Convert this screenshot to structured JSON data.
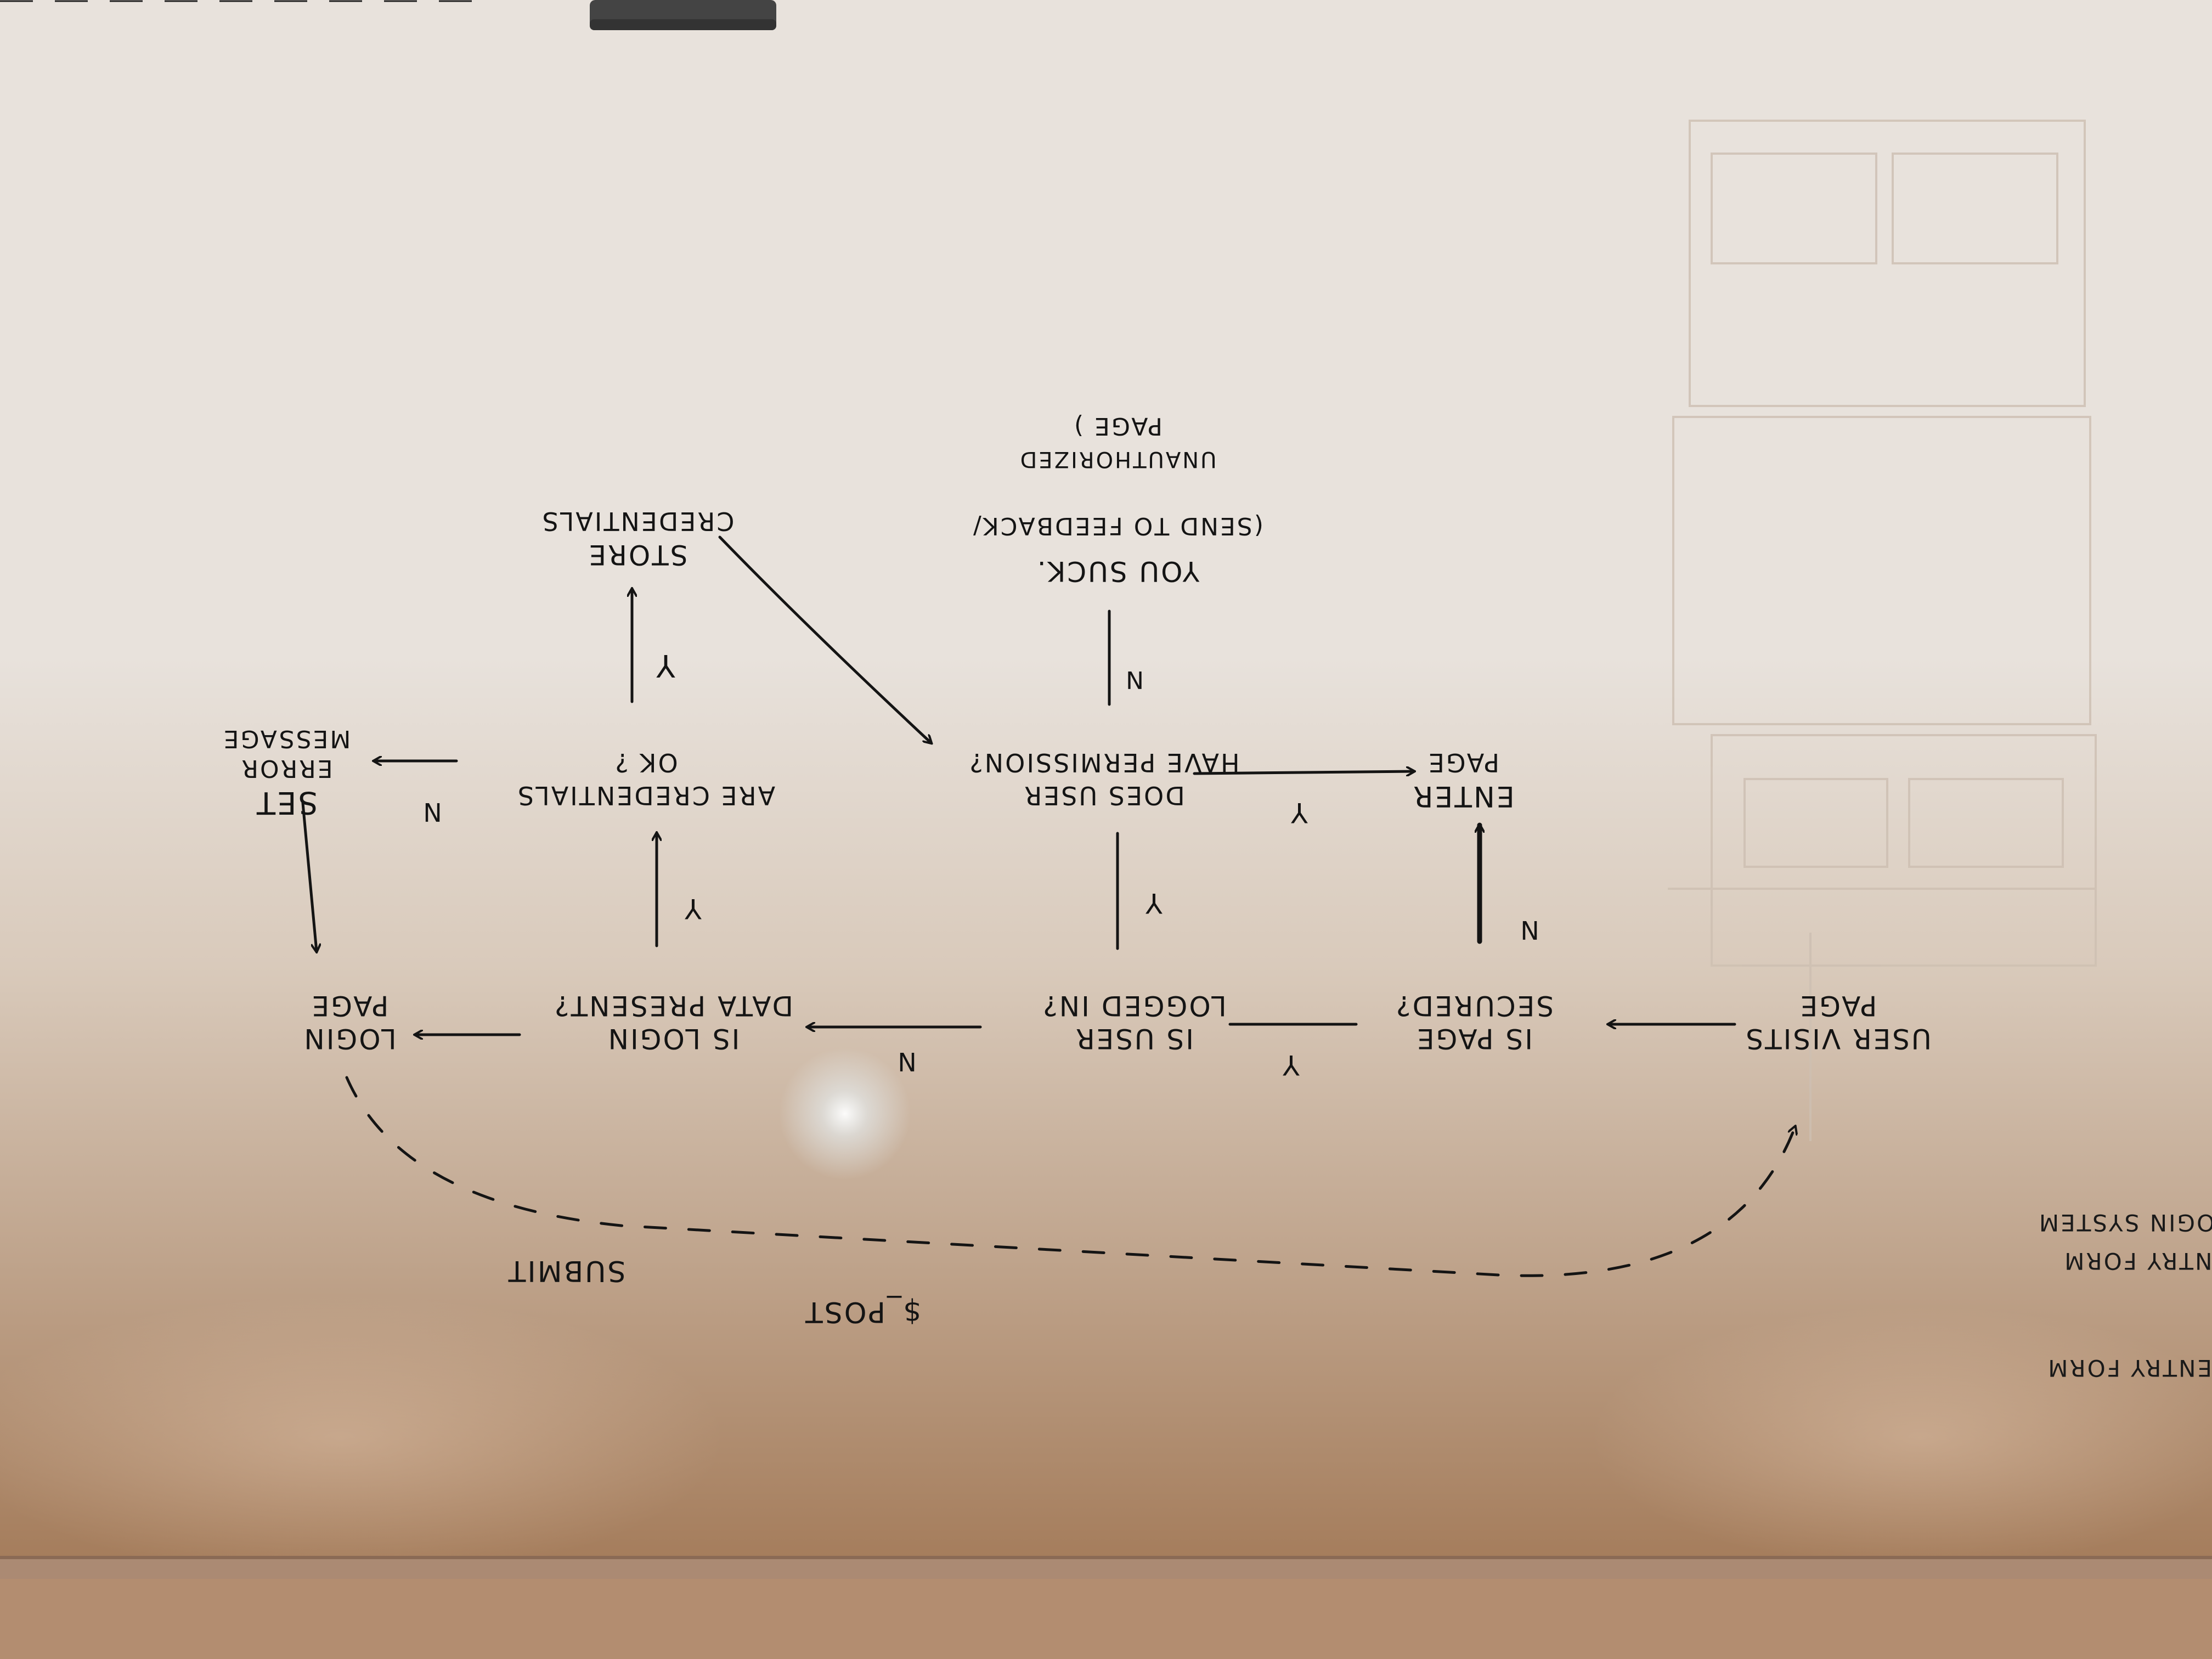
{
  "image": {
    "subject": "whiteboard-photo",
    "orientation": "upside-down",
    "colors": {
      "board_top": "#e8e2dc",
      "board_mid": "#d9cabb",
      "board_bottom": "#a57d5c",
      "tray": "#ab8a73",
      "floor": "#b38d70",
      "ink": "#141414",
      "eraser": "#444444"
    }
  },
  "flowchart": {
    "nodes": {
      "user_visits_page": [
        "USER VISITS",
        "PAGE"
      ],
      "is_page_secured": [
        "IS PAGE",
        "SECURED?"
      ],
      "is_user_logged_in": [
        "IS USER",
        "LOGGED IN?"
      ],
      "is_login_data_present": [
        "IS LOGIN",
        "DATA PRESENT?"
      ],
      "login_page": [
        "LOGIN",
        "PAGE"
      ],
      "are_credentials_ok": [
        "ARE CREDENTIALS",
        "OK ?"
      ],
      "set_error_message": [
        "SET",
        "ERROR",
        "MESSAGE"
      ],
      "store_credentials": [
        "STORE",
        "CREDENTIALS"
      ],
      "does_user_have_permission": [
        "DOES USER",
        "HAVE PERMISSION?"
      ],
      "enter_page": [
        "ENTER",
        "PAGE"
      ],
      "you_suck": [
        "YOU SUCK.",
        "(SEND TO FEEDBACK/",
        "UNAUTHORIZED",
        "PAGE )"
      ]
    },
    "edge_labels": {
      "secured_to_logged_in": "Y",
      "secured_to_enter": "N",
      "logged_in_to_login_data": "N",
      "logged_in_to_permission": "Y",
      "login_data_to_login_page": "",
      "login_data_to_credentials": "Y",
      "credentials_to_error": "N",
      "credentials_to_store": "Y",
      "permission_to_enter": "Y",
      "permission_to_you_suck": "N",
      "submit": "SUBMIT",
      "post": "$_POST"
    },
    "side_notes": [
      "ENTRY FORM",
      "LOGIN SYSTEM",
      "ENTRY FORM"
    ]
  }
}
